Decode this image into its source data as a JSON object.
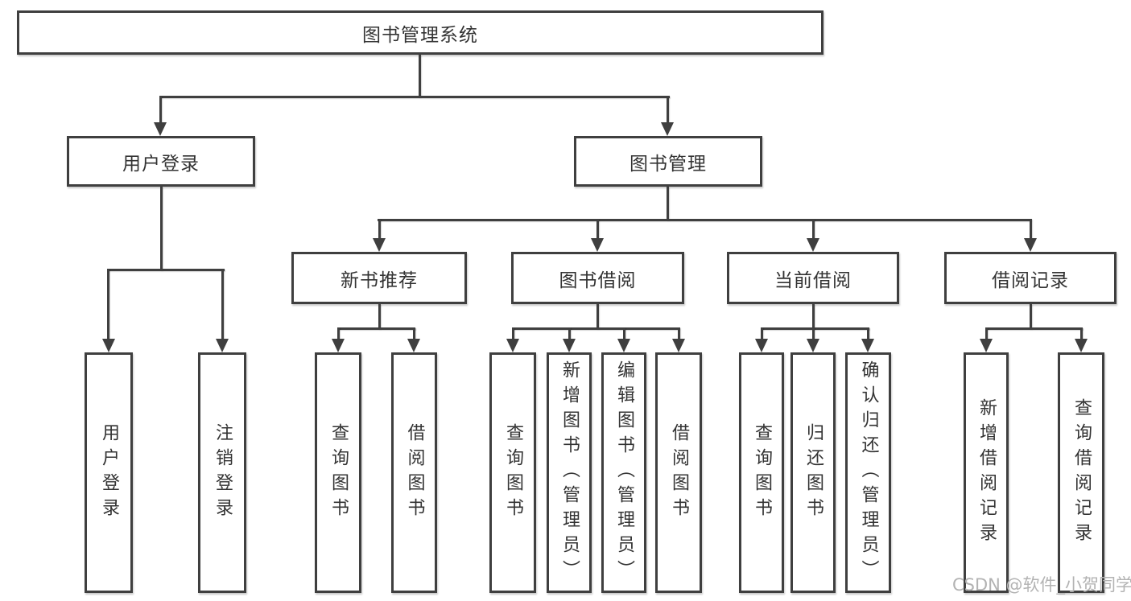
{
  "diagram": {
    "root": {
      "label": "图书管理系统"
    },
    "level2": [
      {
        "label": "用户登录"
      },
      {
        "label": "图书管理"
      }
    ],
    "level3": [
      {
        "label": "新书推荐"
      },
      {
        "label": "图书借阅"
      },
      {
        "label": "当前借阅"
      },
      {
        "label": "借阅记录"
      }
    ],
    "leaves": {
      "user_login": [
        "用户登录",
        "注销登录"
      ],
      "new_book": [
        "查询图书",
        "借阅图书"
      ],
      "book_borrow": [
        "查询图书",
        "新增图书（管理员）",
        "编辑图书（管理员）",
        "借阅图书"
      ],
      "current_borrow": [
        "查询图书",
        "归还图书",
        "确认归还（管理员）"
      ],
      "borrow_record": [
        "新增借阅记录",
        "查询借阅记录"
      ]
    }
  },
  "watermark": {
    "text": "CSDN @软件_小贺同学"
  },
  "colors": {
    "line": "#3f3f3f",
    "text": "#333333",
    "watermark": "#b3b3b3",
    "background": "#ffffff"
  }
}
